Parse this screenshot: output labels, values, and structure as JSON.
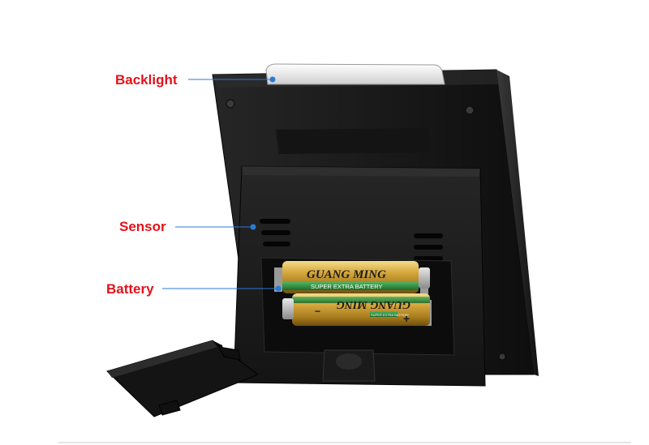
{
  "callouts": {
    "backlight": {
      "label": "Backlight"
    },
    "sensor": {
      "label": "Sensor"
    },
    "battery": {
      "label": "Battery"
    }
  },
  "batteries": {
    "brand": "GUANG MING",
    "subtitle": "SUPER EXTRA BATTERY",
    "brand_inverted": "GUANG MING",
    "subtitle_inverted": "SUPER EXTRA BATTERY",
    "minus": "−",
    "plus": "+"
  },
  "colors": {
    "callout_text": "#e3121b",
    "callout_line": "#2a7ad5",
    "device_body": "#1c1c1c",
    "battery_gold": "#c8a033",
    "battery_green": "#2f8a3a"
  }
}
